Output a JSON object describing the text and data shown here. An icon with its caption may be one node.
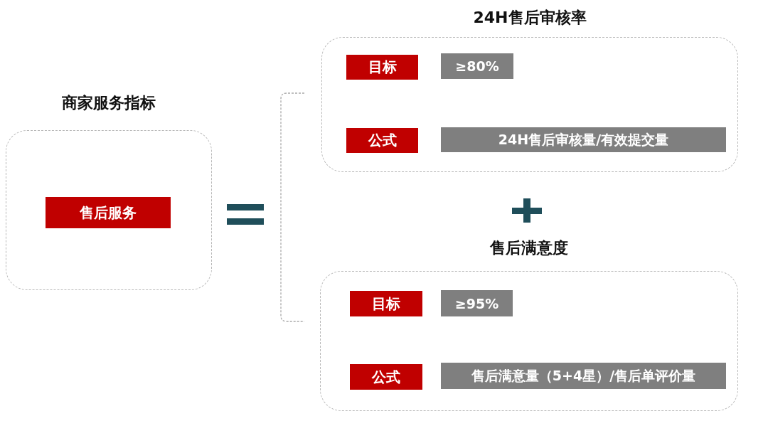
{
  "diagram": {
    "nodes": [
      {
        "text": [
          "商家服务指标"
        ]
      },
      {
        "text": [
          "售后服务"
        ],
        "in": 0
      },
      {
        "text": [
          "24H售后审核率"
        ]
      },
      {
        "text": [
          "目标"
        ],
        "in": 2
      },
      {
        "text": [
          "≥80%"
        ],
        "in": 2
      },
      {
        "text": [
          "公式"
        ],
        "in": 2
      },
      {
        "text": [
          "24H售后审核量/有效提交量"
        ],
        "in": 2
      },
      {
        "text": [
          "售后满意度"
        ]
      },
      {
        "text": [
          "目标"
        ],
        "in": 7
      },
      {
        "text": [
          "≥95%"
        ],
        "in": 7
      },
      {
        "text": [
          "公式"
        ],
        "in": 7
      },
      {
        "text": [
          "售后满意量（5+4星）/售后单评价量"
        ],
        "in": 7
      }
    ]
  }
}
